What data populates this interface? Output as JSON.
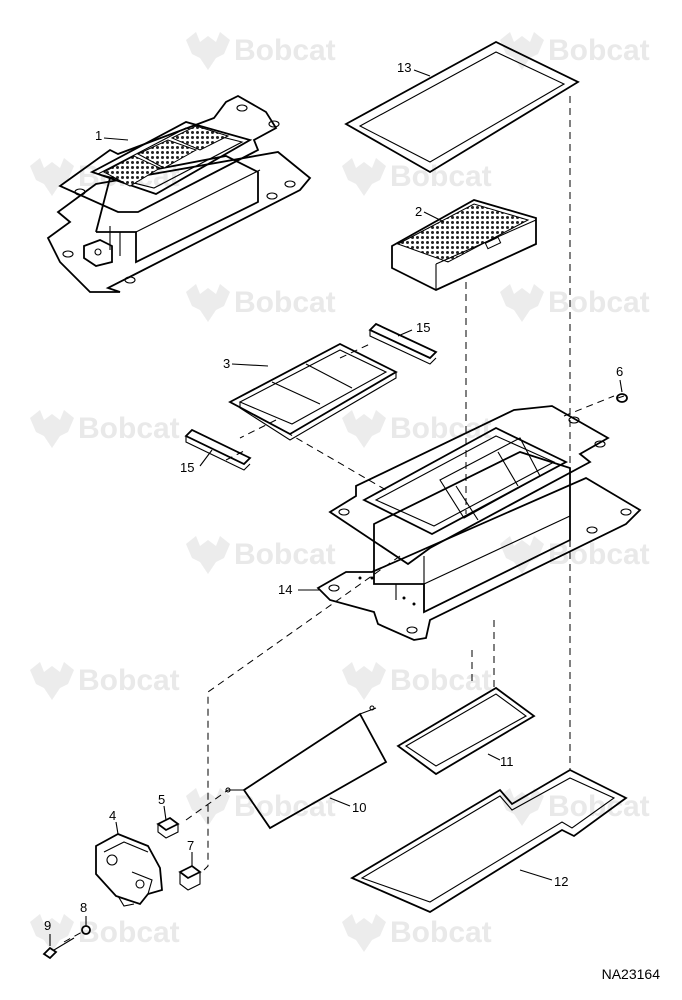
{
  "watermark": {
    "text": "Bobcat",
    "color": "#e9e9e9"
  },
  "drawing_number": "NA23164",
  "callouts": {
    "c1": "1",
    "c2": "2",
    "c3": "3",
    "c4": "4",
    "c5": "5",
    "c6": "6",
    "c7": "7",
    "c8": "8",
    "c9": "9",
    "c10": "10",
    "c11": "11",
    "c12": "12",
    "c13": "13",
    "c14": "14",
    "c15a": "15",
    "c15b": "15"
  },
  "parts": [
    "assembled-housing",
    "filter-element",
    "filter-frame",
    "seal-strip",
    "cover-seal",
    "housing-base",
    "actuator",
    "bushing",
    "spacer",
    "washer",
    "bolt",
    "damper-door",
    "gasket-small",
    "gasket-large",
    "screw"
  ]
}
